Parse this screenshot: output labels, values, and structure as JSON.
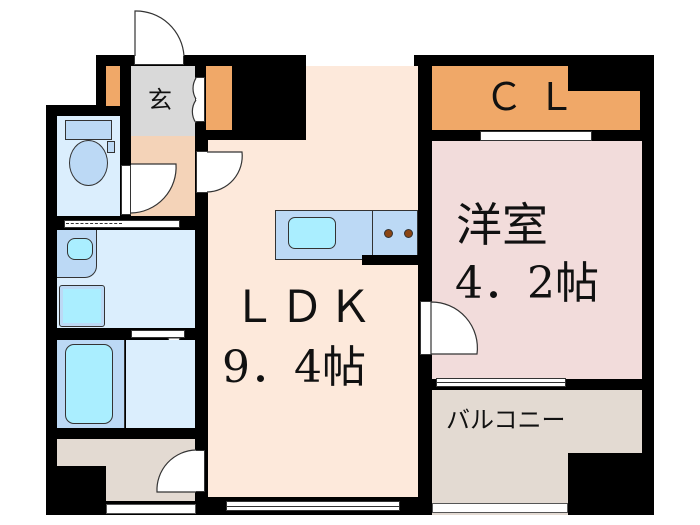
{
  "floorplan": {
    "rooms": {
      "ldk": {
        "name": "ＬＤＫ",
        "size": "9．4帖"
      },
      "western": {
        "name": "洋室",
        "size": "4．2帖"
      },
      "closet": {
        "name": "ＣＬ"
      },
      "entrance": {
        "name": "玄"
      },
      "balcony": {
        "name": "バルコニー"
      }
    },
    "colors": {
      "wall": "#000000",
      "ldk": "#fde9db",
      "western": "#f2dcdb",
      "storage": "#f0a868",
      "entrance": "#d9d9d9",
      "hall": "#f4d3b8",
      "wet": "#dbeefd",
      "wet_dark": "#bcd9f5",
      "fixture": "#aaeeff",
      "balcony": "#e3dad2",
      "stove_dot": "#8b4513"
    }
  }
}
